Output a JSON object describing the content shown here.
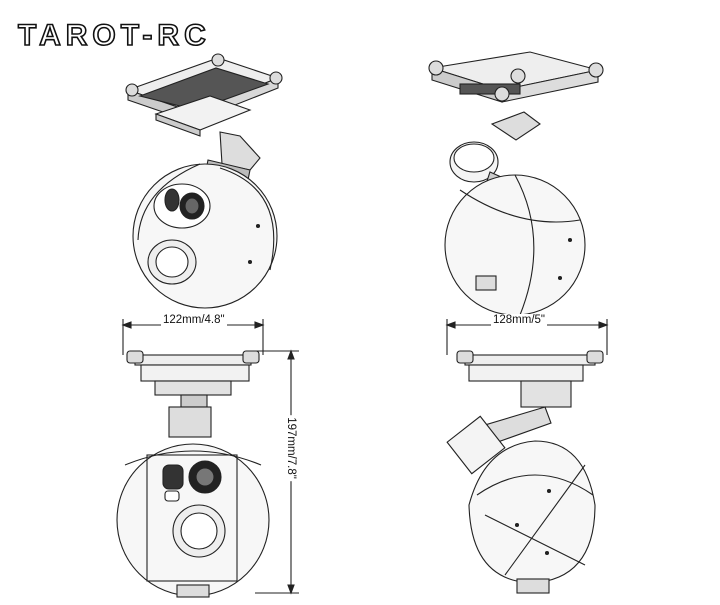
{
  "brand": {
    "logo_text": "TAROT-RC"
  },
  "dimensions": {
    "width_front": "122mm/4.8\"",
    "width_side": "128mm/5\"",
    "height": "197mm/7.8\""
  }
}
